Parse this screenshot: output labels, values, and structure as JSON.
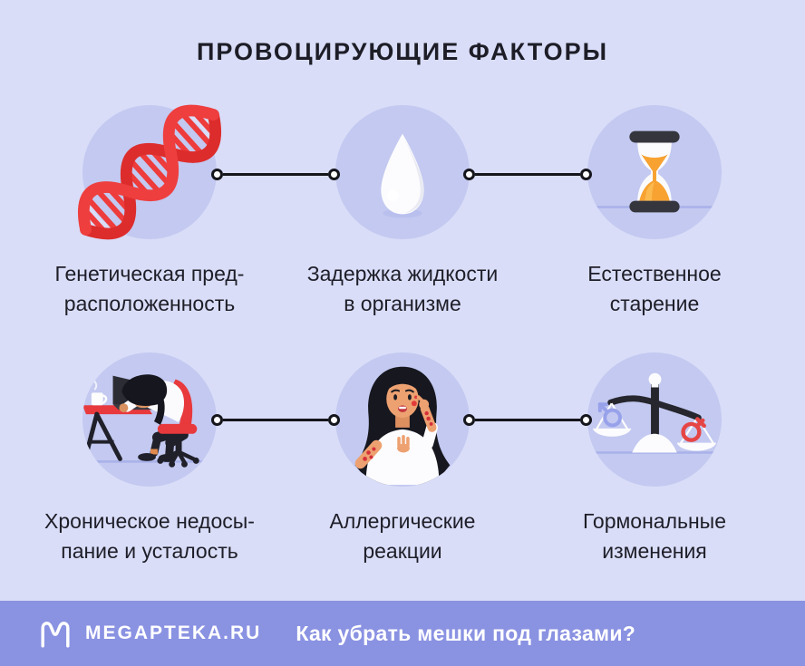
{
  "title": "ПРОВОЦИРУЮЩИЕ ФАКТОРЫ",
  "factors": [
    {
      "icon": "dna-icon",
      "label_line1": "Генетическая пред-",
      "label_line2": "расположенность"
    },
    {
      "icon": "water-drop-icon",
      "label_line1": "Задержка жидкости",
      "label_line2": "в организме"
    },
    {
      "icon": "hourglass-icon",
      "label_line1": "Естественное",
      "label_line2": "старение"
    },
    {
      "icon": "tired-person-icon",
      "label_line1": "Хроническое недосы-",
      "label_line2": "пание и усталость"
    },
    {
      "icon": "allergic-reaction-icon",
      "label_line1": "Аллергические",
      "label_line2": "реакции"
    },
    {
      "icon": "hormonal-scales-icon",
      "label_line1": "Гормональные",
      "label_line2": "изменения"
    }
  ],
  "footer": {
    "brand": "MEGAPTEKA.RU",
    "logo": "megapteka-logo",
    "question": "Как убрать мешки под глазами?"
  },
  "colors": {
    "background": "#d9ddf8",
    "circle_fill": "#c3c9f0",
    "footer_bar": "#8a92e2",
    "text": "#1e1e28",
    "connector": "#15151c",
    "dna_red": "#ed3a3a",
    "sand_orange": "#f7a231",
    "desk_chair_red": "#e8393d",
    "male_symbol_blue": "#98a2ea",
    "female_symbol_red": "#e64545"
  }
}
